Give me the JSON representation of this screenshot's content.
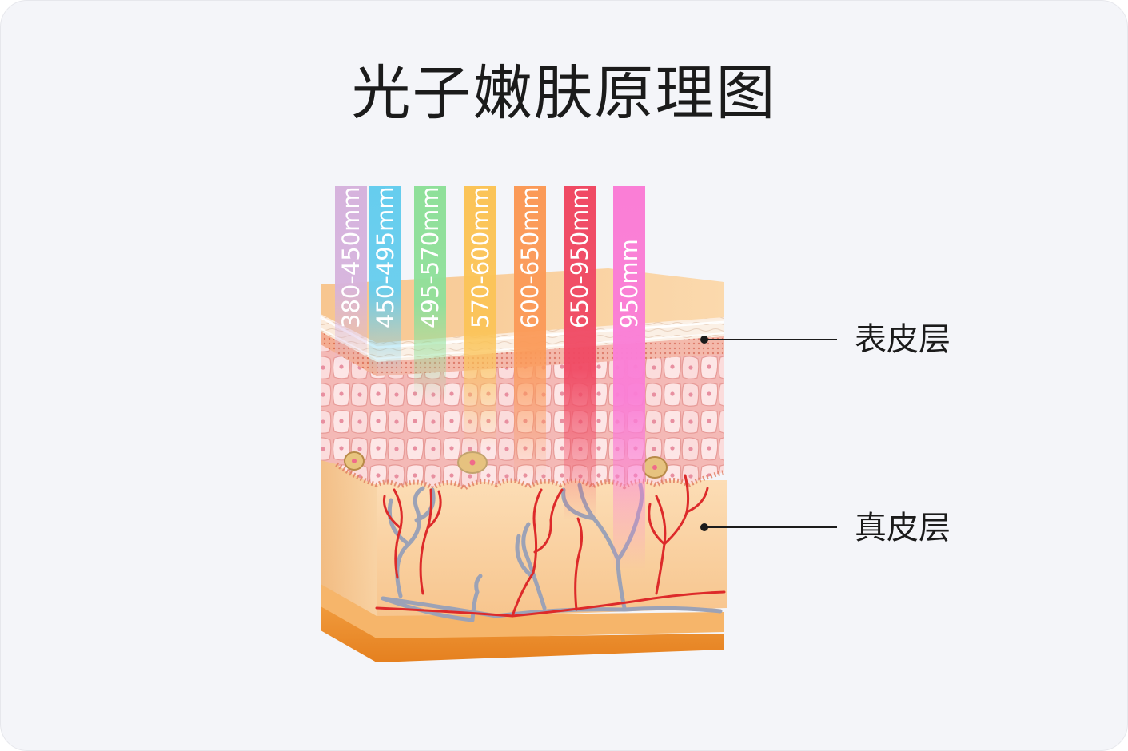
{
  "title": "光子嫩肤原理图",
  "beams": [
    {
      "label": "380-450mm",
      "color": "#d6b3dd"
    },
    {
      "label": "450-495mm",
      "color": "#66cdee"
    },
    {
      "label": "495-570mm",
      "color": "#8fe09a"
    },
    {
      "label": "570-600mm",
      "color": "#fbc458"
    },
    {
      "label": "600-650mm",
      "color": "#fb9a58"
    },
    {
      "label": "650-950mm",
      "color": "#f04a64"
    },
    {
      "label": "950mm",
      "color": "#fa7ed6"
    }
  ],
  "layers": {
    "epidermis": "表皮层",
    "dermis": "真皮层"
  },
  "colors": {
    "skin_light": "#fcdcb2",
    "skin_top": "#f8c58c",
    "skin_base": "#ec8a2c",
    "epidermis_cells": "#fbd2d4",
    "artery": "#dd2a2a",
    "vein": "#9ca2b6"
  }
}
